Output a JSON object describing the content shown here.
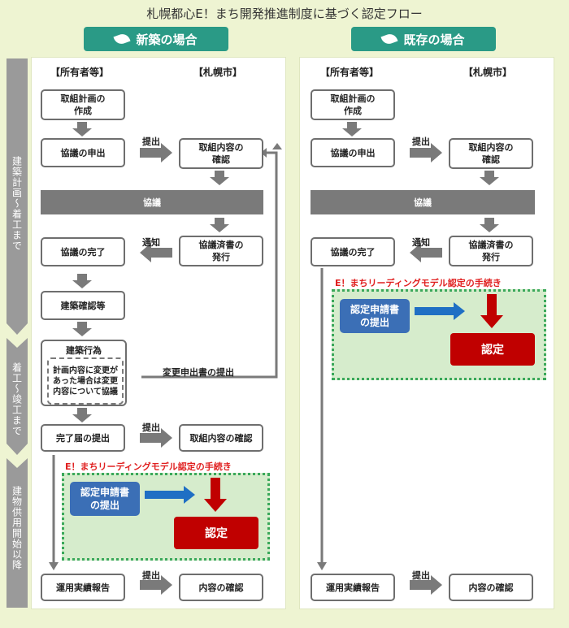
{
  "title": "札幌都心E！まち開発推進制度に基づく認定フロー",
  "new_build": {
    "header": "新築の場合",
    "owner_header": "【所有者等】",
    "city_header": "【札幌市】",
    "plan_creation": "取組計画の\n作成",
    "consult_request": "協議の申出",
    "submit_label_1": "提出",
    "content_check": "取組内容の\n確認",
    "consultation_band": "協議",
    "consult_done": "協議の完了",
    "notify_label": "通知",
    "issue_doc": "協議済書の\n発行",
    "build_confirm": "建築確認等",
    "construction_title": "建築行為",
    "construction_note": "計画内容に変更が\nあった場合は変更\n内容について協議",
    "change_submit_label": "変更申出書の提出",
    "completion_submit": "完了届の提出",
    "submit_label_2": "提出",
    "content_check_2": "取組内容の確認",
    "procedure_label": "E！まちリーディングモデル認定の手続き",
    "application_submit": "認定申請書\nの提出",
    "approval": "認定",
    "operation_report": "運用実績報告",
    "submit_label_3": "提出",
    "content_confirm": "内容の確認"
  },
  "existing": {
    "header": "既存の場合",
    "owner_header": "【所有者等】",
    "city_header": "【札幌市】",
    "plan_creation": "取組計画の\n作成",
    "consult_request": "協議の申出",
    "submit_label_1": "提出",
    "content_check": "取組内容の\n確認",
    "consultation_band": "協議",
    "consult_done": "協議の完了",
    "notify_label": "通知",
    "issue_doc": "協議済書の\n発行",
    "procedure_label": "E！まちリーディングモデル認定の手続き",
    "application_submit": "認定申請書\nの提出",
    "approval": "認定",
    "operation_report": "運用実績報告",
    "submit_label_3": "提出",
    "content_confirm": "内容の確認"
  },
  "phases": {
    "planning": "建築計画～着工まで",
    "construction": "着工～竣工まで",
    "operation": "建物供用開始以降"
  },
  "colors": {
    "background": "#eef4d2",
    "header_pill": "#2a9a86",
    "phase_arrow": "#9a9a9a",
    "procedure_red": "#e02020",
    "approval_box": "#c00000",
    "application_box": "#3b6fb6",
    "procedure_area": "#d6eccc",
    "blue_arrow": "#1f6fc4"
  }
}
